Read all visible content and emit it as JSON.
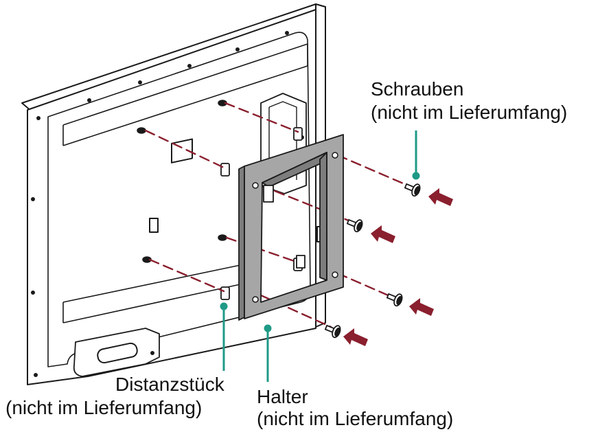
{
  "labels": {
    "screws_title": "Schrauben",
    "screws_sub": "(nicht im Lieferumfang)",
    "spacer_title": "Distanzstück",
    "spacer_sub": "(nicht im Lieferumfang)",
    "bracket_title": "Halter",
    "bracket_sub": "(nicht im Lieferumfang)"
  },
  "colors": {
    "outline": "#1a1a1a",
    "dash": "#8a1f2e",
    "arrow": "#8a1f2e",
    "leader": "#1f9a86",
    "bracket_face": "#a6a6a6",
    "bracket_side": "#7d7d7d",
    "screw_fill": "#ffffff"
  }
}
